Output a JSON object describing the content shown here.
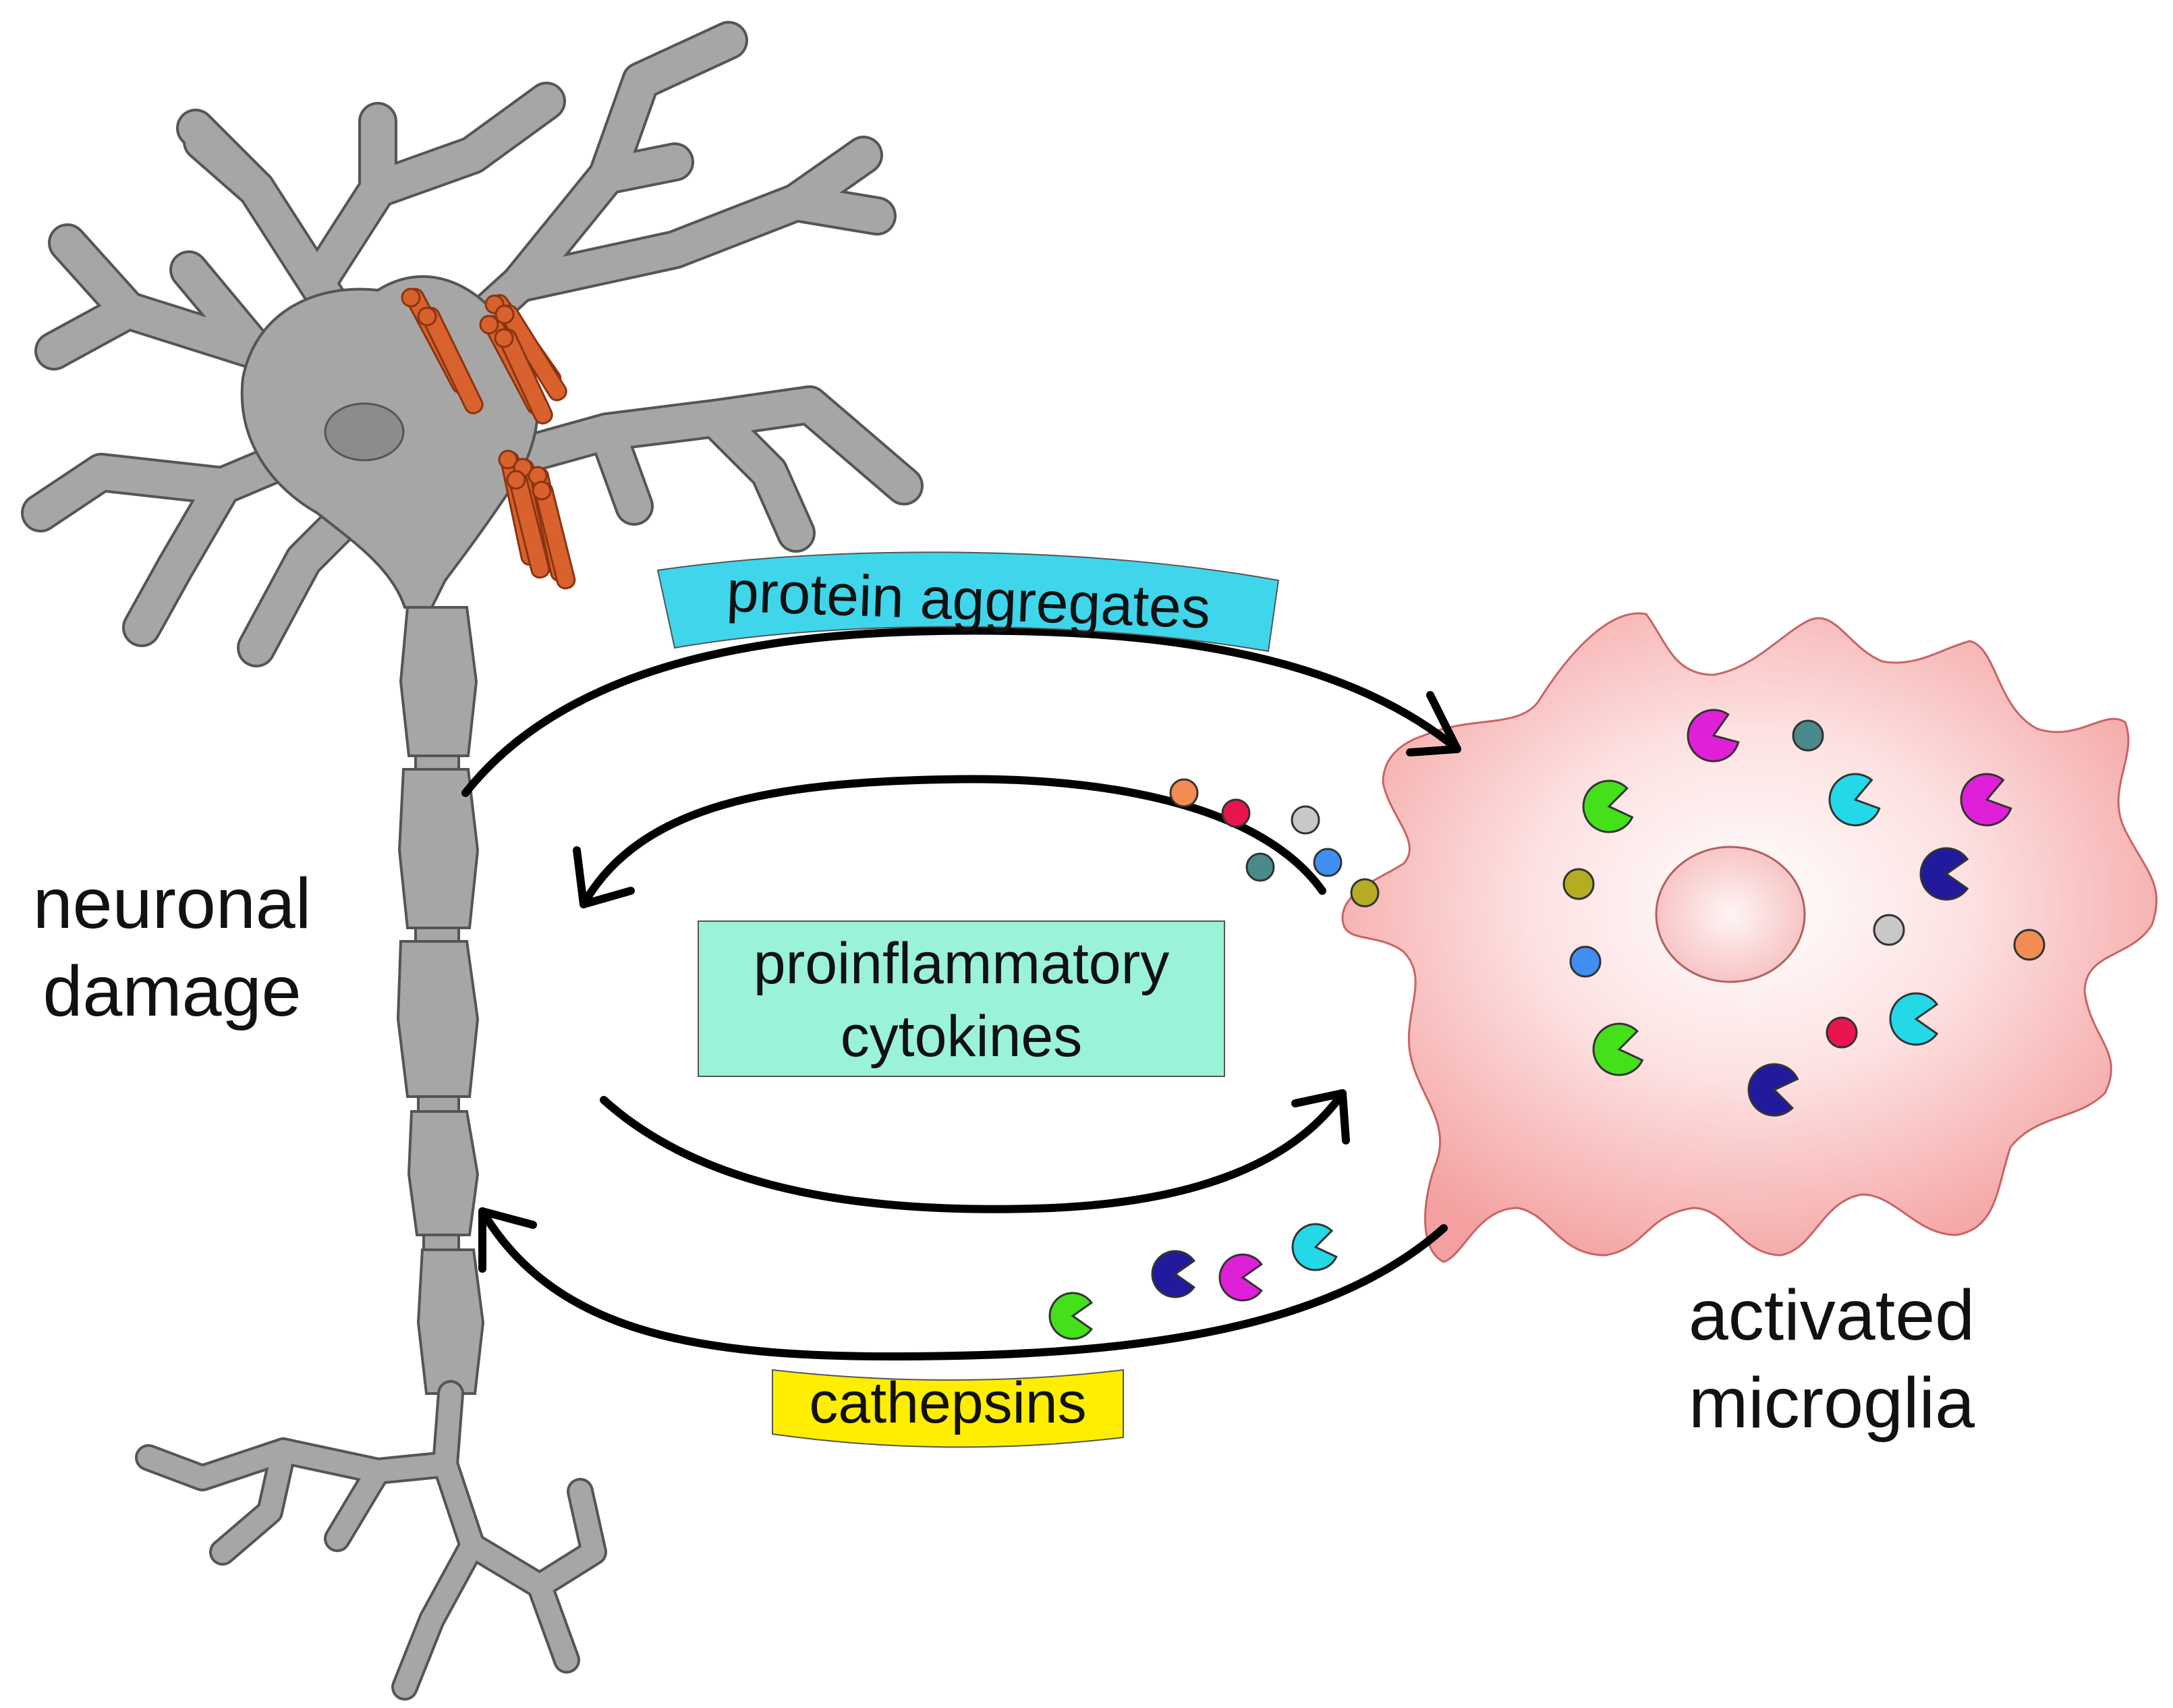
{
  "labels": {
    "neuron_line1": "neuronal",
    "neuron_line2": "damage",
    "microglia_line1": "activated",
    "microglia_line2": "microglia",
    "protein_aggregates": "protein aggregates",
    "cytokines_line1": "proinflammatory",
    "cytokines_line2": "cytokines",
    "cathepsins": "cathepsins"
  },
  "colors": {
    "neuron_fill": "#a6a6a6",
    "neuron_stroke": "#555555",
    "nucleus": "#8c8c8c",
    "aggregate_fill": "#d9612d",
    "aggregate_stroke": "#8a3510",
    "microglia_fill": "#f7a6a6",
    "microglia_center": "#fff0f0",
    "arrow": "#000000",
    "protein_banner": "#3fd6ec",
    "cytokines_box": "#9af2d9",
    "cathepsins_banner": "#ffee00"
  },
  "cytokine_colors": [
    "#f28c52",
    "#e8154f",
    "#c8c8c8",
    "#4a8a8a",
    "#3f8ff2",
    "#b5ac22"
  ],
  "cathepsin_colors": [
    "#44e01a",
    "#e020d8",
    "#23d9e8",
    "#221a9c"
  ],
  "icons": {
    "cytokine": "circle",
    "cathepsin": "pacman"
  }
}
